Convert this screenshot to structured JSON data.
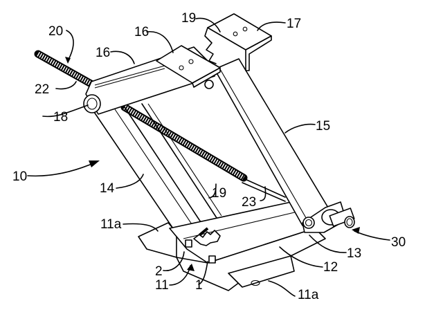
{
  "figure": {
    "title": "Scissor jack assembly",
    "reference_labels": [
      {
        "id": "label-10",
        "text": "10",
        "part": "jack assembly"
      },
      {
        "id": "label-11",
        "text": "11",
        "part": "base"
      },
      {
        "id": "label-11a-left",
        "text": "11a",
        "part": "base flange"
      },
      {
        "id": "label-11a-right",
        "text": "11a",
        "part": "base flange"
      },
      {
        "id": "label-12",
        "text": "12",
        "part": "lower arm"
      },
      {
        "id": "label-13",
        "text": "13",
        "part": "upper arm"
      },
      {
        "id": "label-14",
        "text": "14",
        "part": "lower arm"
      },
      {
        "id": "label-15",
        "text": "15",
        "part": "upper arm"
      },
      {
        "id": "label-16-left",
        "text": "16",
        "part": "mounting plate"
      },
      {
        "id": "label-16-right",
        "text": "16",
        "part": "mounting plate"
      },
      {
        "id": "label-17",
        "text": "17",
        "part": "pivot"
      },
      {
        "id": "label-18",
        "text": "18",
        "part": "pivot"
      },
      {
        "id": "label-19-top",
        "text": "19",
        "part": "gear teeth"
      },
      {
        "id": "label-19-bottom",
        "text": "19",
        "part": "gear teeth"
      },
      {
        "id": "label-20",
        "text": "20",
        "part": "screw"
      },
      {
        "id": "label-22",
        "text": "22",
        "part": "screw thread"
      },
      {
        "id": "label-23",
        "text": "23",
        "part": "screw shank"
      },
      {
        "id": "label-30",
        "text": "30",
        "part": "drive fitting"
      },
      {
        "id": "label-1",
        "text": "1",
        "part": "fastener"
      },
      {
        "id": "label-2",
        "text": "2",
        "part": "fastener"
      }
    ]
  }
}
